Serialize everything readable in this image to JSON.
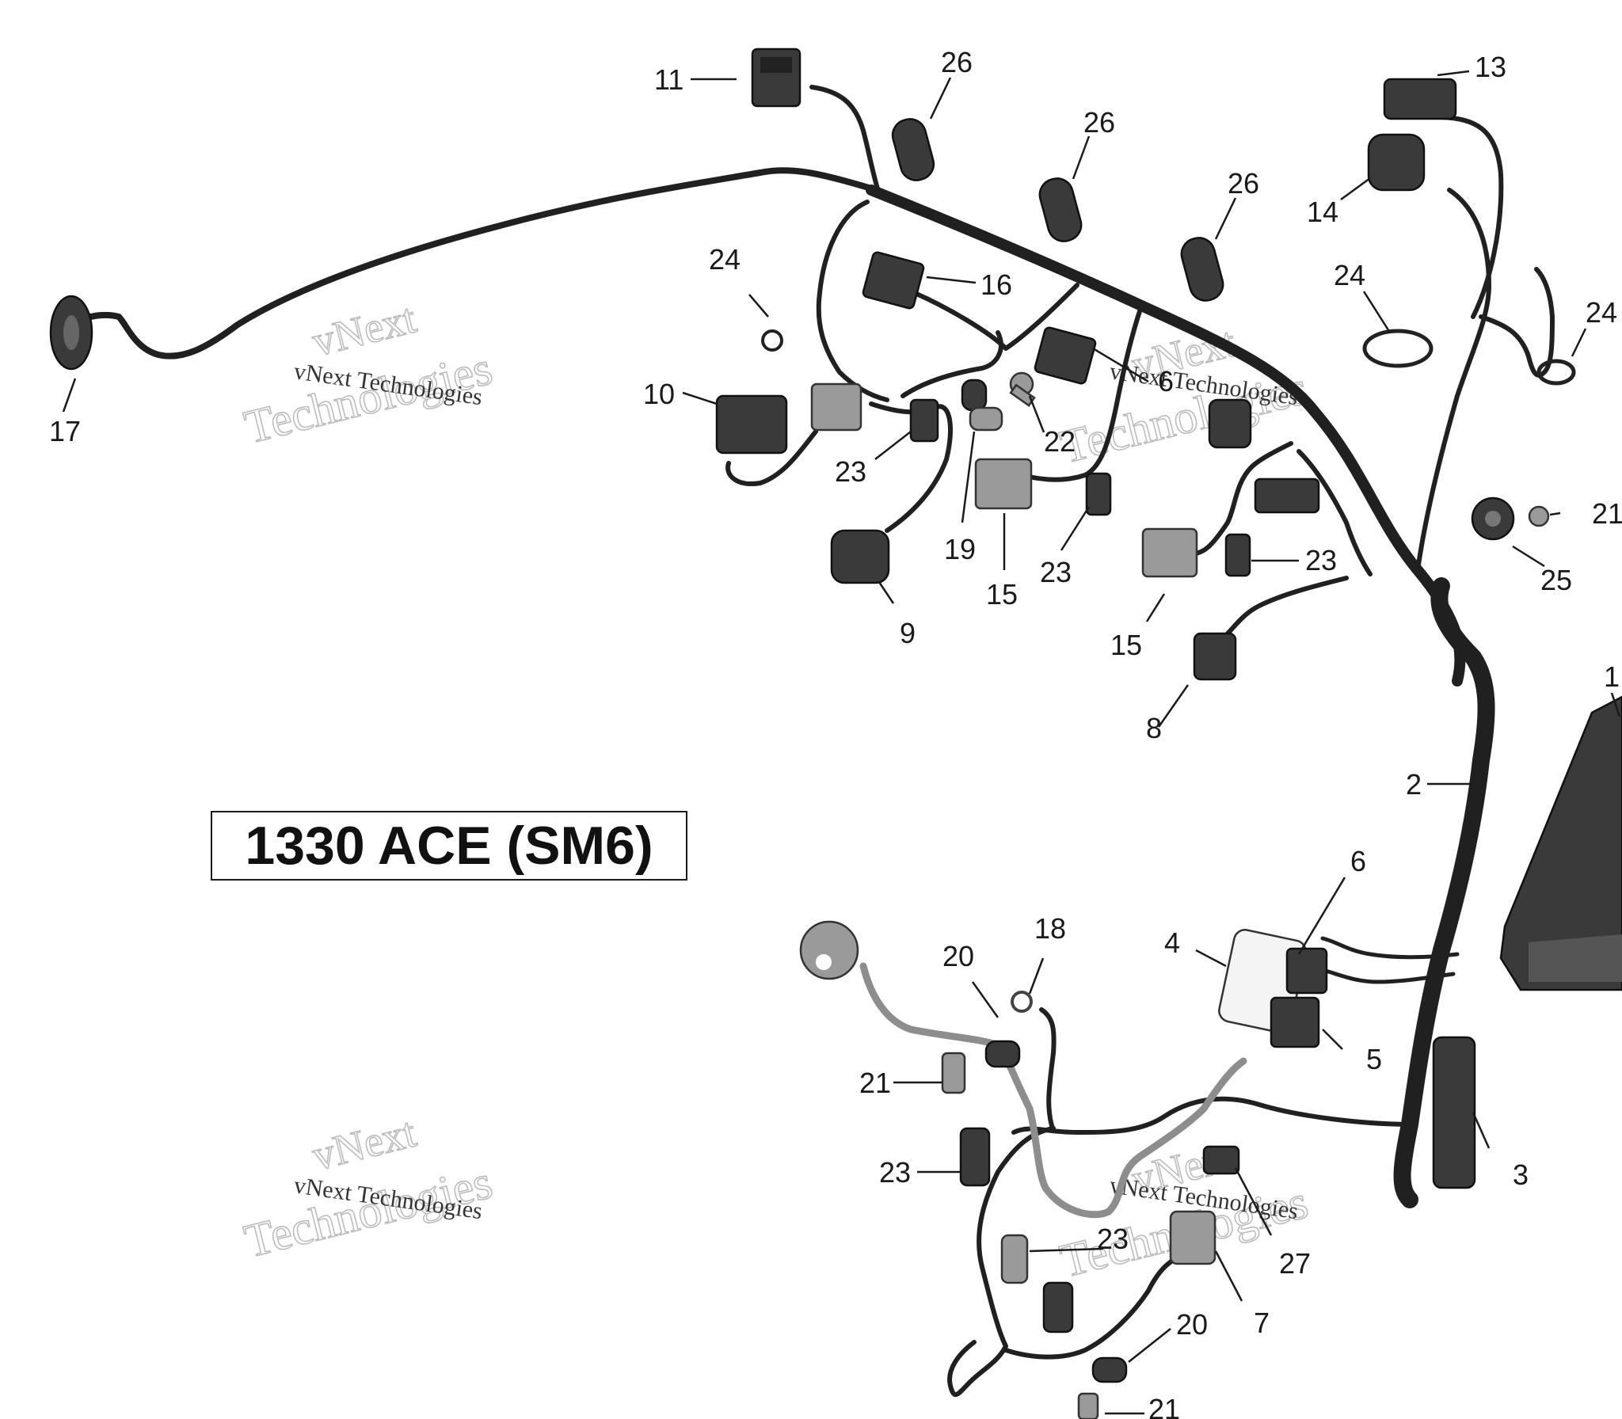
{
  "diagram": {
    "title": "1330 ACE (SM6)",
    "watermark": {
      "line1": "vNext",
      "line2": "Technologies",
      "caption": "vNext Technologies"
    },
    "callouts": [
      {
        "id": "c11",
        "label": "11"
      },
      {
        "id": "c26a",
        "label": "26"
      },
      {
        "id": "c26b",
        "label": "26"
      },
      {
        "id": "c26c",
        "label": "26"
      },
      {
        "id": "c13",
        "label": "13"
      },
      {
        "id": "c14",
        "label": "14"
      },
      {
        "id": "c24a",
        "label": "24"
      },
      {
        "id": "c16",
        "label": "16"
      },
      {
        "id": "c24b",
        "label": "24"
      },
      {
        "id": "c24c",
        "label": "24"
      },
      {
        "id": "c17",
        "label": "17"
      },
      {
        "id": "c10",
        "label": "10"
      },
      {
        "id": "c6a",
        "label": "6"
      },
      {
        "id": "c22",
        "label": "22"
      },
      {
        "id": "c23a",
        "label": "23"
      },
      {
        "id": "c21a",
        "label": "21"
      },
      {
        "id": "c19",
        "label": "19"
      },
      {
        "id": "c15a",
        "label": "15"
      },
      {
        "id": "c23b",
        "label": "23"
      },
      {
        "id": "c23c",
        "label": "23"
      },
      {
        "id": "c25",
        "label": "25"
      },
      {
        "id": "c9",
        "label": "9"
      },
      {
        "id": "c15b",
        "label": "15"
      },
      {
        "id": "c1",
        "label": "1"
      },
      {
        "id": "c8",
        "label": "8"
      },
      {
        "id": "c2",
        "label": "2"
      },
      {
        "id": "c6b",
        "label": "6"
      },
      {
        "id": "c18",
        "label": "18"
      },
      {
        "id": "c4",
        "label": "4"
      },
      {
        "id": "c20a",
        "label": "20"
      },
      {
        "id": "c5",
        "label": "5"
      },
      {
        "id": "c21b",
        "label": "21"
      },
      {
        "id": "c3",
        "label": "3"
      },
      {
        "id": "c23d",
        "label": "23"
      },
      {
        "id": "c27",
        "label": "27"
      },
      {
        "id": "c23e",
        "label": "23"
      },
      {
        "id": "c7",
        "label": "7"
      },
      {
        "id": "c20b",
        "label": "20"
      },
      {
        "id": "c21c",
        "label": "21"
      }
    ]
  }
}
